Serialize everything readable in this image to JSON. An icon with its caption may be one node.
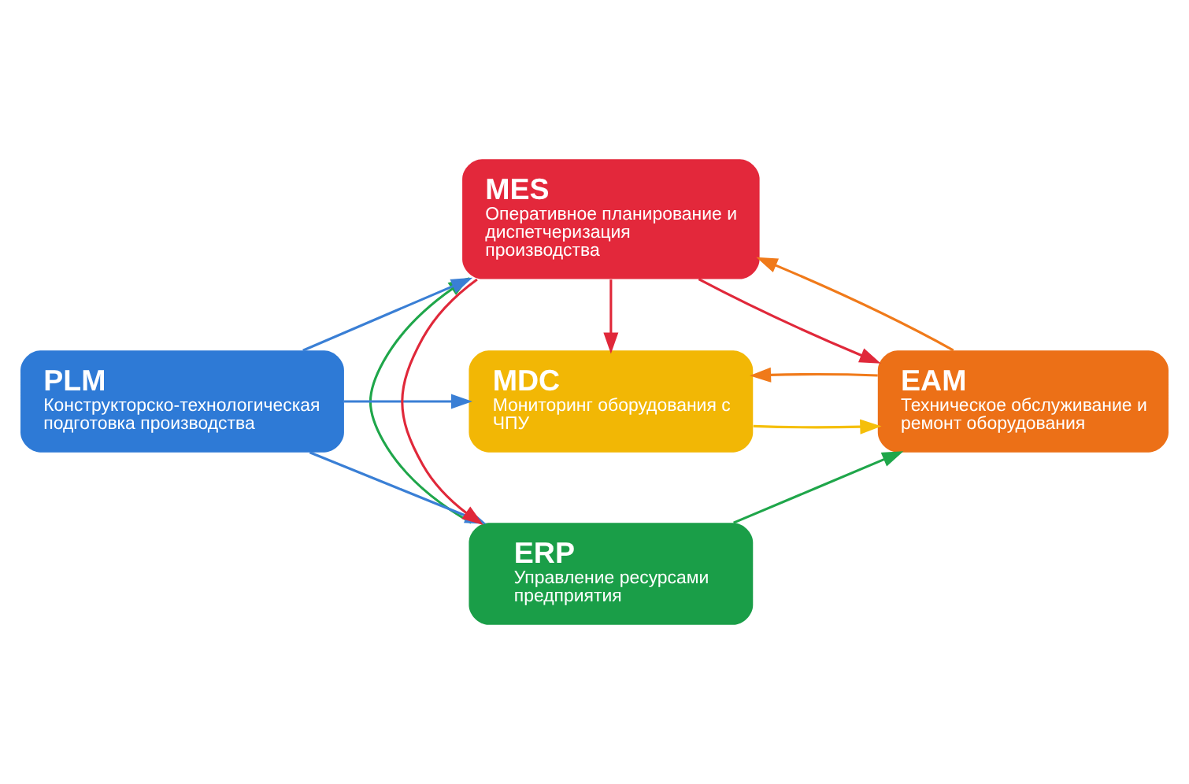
{
  "diagram": {
    "nodes": [
      {
        "text": [
          "ERP",
          "Управление ресурсами предприятия"
        ]
      },
      {
        "text": [
          "PLM",
          "Конструкторско-технологическая подготовка производства"
        ]
      },
      {
        "text": [
          "MES",
          "Оперативное планирование и диспетчеризация производства"
        ]
      },
      {
        "text": [
          "EAM",
          "Техническое обслуживание и ремонт оборудования"
        ]
      },
      {
        "text": [
          "MDC",
          "Мониторинг оборудования с ЧПУ"
        ]
      }
    ],
    "edges": [
      {
        "from": 1,
        "to": 0,
        "arrow": "to",
        "color": "#3a7fd5"
      },
      {
        "from": 1,
        "to": 2,
        "arrow": "to",
        "color": "#3a7fd5"
      },
      {
        "from": 1,
        "to": 4,
        "arrow": "to",
        "color": "#3a7fd5"
      },
      {
        "from": 2,
        "to": 0,
        "arrow": "to",
        "color": "#e0283a"
      },
      {
        "from": 0,
        "to": 2,
        "arrow": "to",
        "color": "#1fa64a"
      },
      {
        "from": 0,
        "to": 3,
        "arrow": "to",
        "color": "#1fa64a"
      },
      {
        "from": 2,
        "to": 3,
        "arrow": "to",
        "color": "#e0283a"
      },
      {
        "from": 3,
        "to": 2,
        "arrow": "to",
        "color": "#f07a1a"
      },
      {
        "from": 2,
        "to": 4,
        "arrow": "to",
        "color": "#e0283a"
      },
      {
        "from": 3,
        "to": 4,
        "arrow": "to",
        "color": "#f07a1a"
      },
      {
        "from": 4,
        "to": 3,
        "arrow": "to",
        "color": "#f5bf0a"
      }
    ]
  }
}
